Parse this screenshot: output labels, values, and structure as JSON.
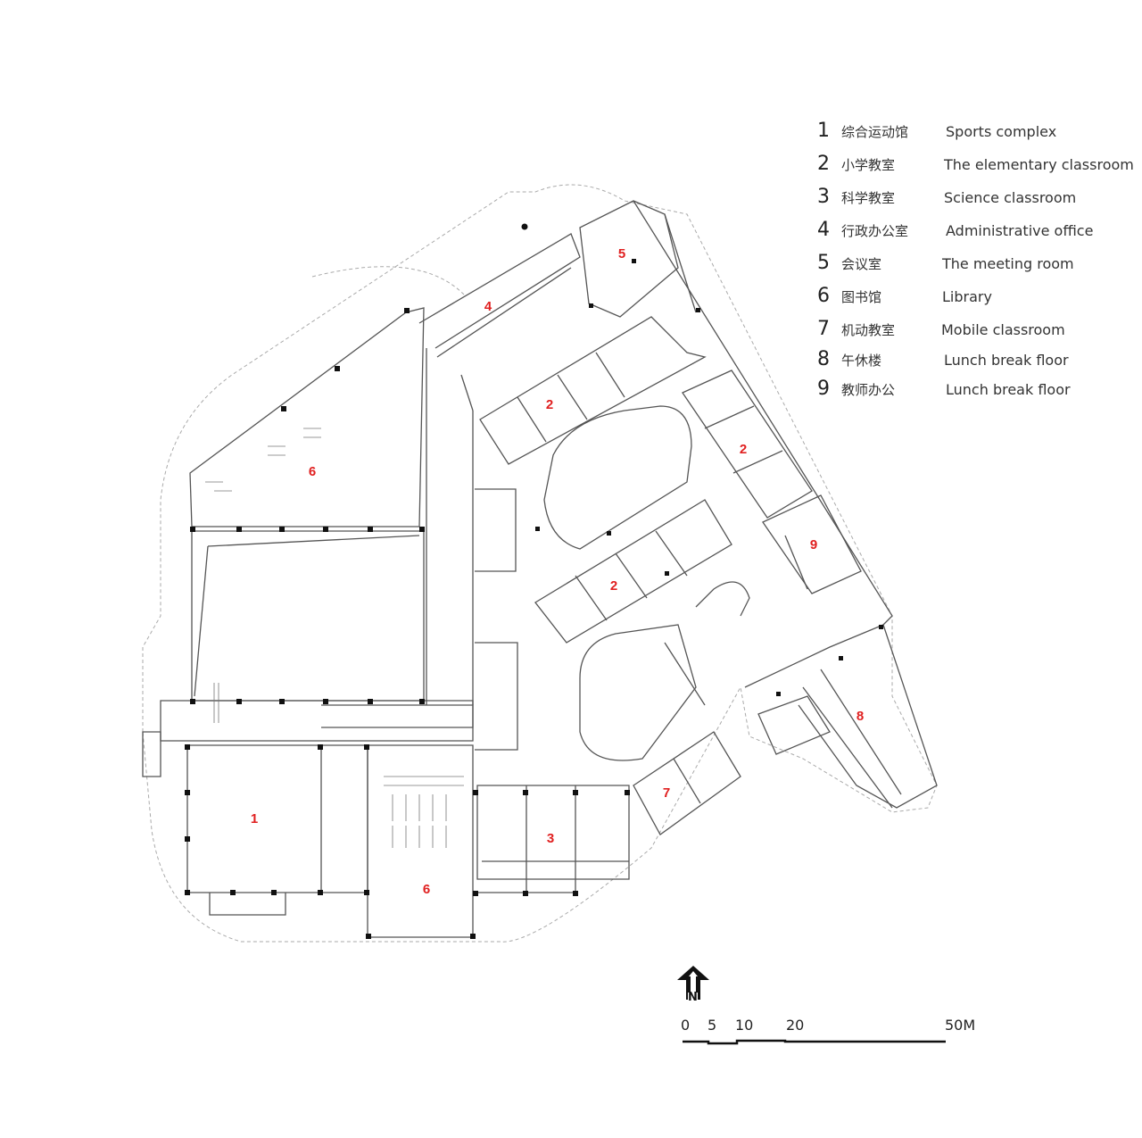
{
  "legend": {
    "items": [
      {
        "num": "1",
        "cn": "综合运动馆",
        "en": "Sports complex"
      },
      {
        "num": "2",
        "cn": "小学教室",
        "en": "The elementary classroom"
      },
      {
        "num": "3",
        "cn": "科学教室",
        "en": "Science classroom"
      },
      {
        "num": "4",
        "cn": "行政办公室",
        "en": "Administrative office"
      },
      {
        "num": "5",
        "cn": "会议室",
        "en": "The meeting room"
      },
      {
        "num": "6",
        "cn": "图书馆",
        "en": "Library"
      },
      {
        "num": "7",
        "cn": "机动教室",
        "en": "Mobile classroom"
      },
      {
        "num": "8",
        "cn": "午休楼",
        "en": "Lunch break floor"
      },
      {
        "num": "9",
        "cn": "教师办公",
        "en": "Lunch break floor"
      }
    ]
  },
  "room_labels": [
    {
      "text": "1",
      "room": "sports-complex"
    },
    {
      "text": "2",
      "room": "elementary-classroom-north"
    },
    {
      "text": "2",
      "room": "elementary-classroom-east"
    },
    {
      "text": "2",
      "room": "elementary-classroom-south"
    },
    {
      "text": "3",
      "room": "science-classroom"
    },
    {
      "text": "4",
      "room": "administrative-office"
    },
    {
      "text": "5",
      "room": "meeting-room"
    },
    {
      "text": "6",
      "room": "library-north"
    },
    {
      "text": "6",
      "room": "library-south"
    },
    {
      "text": "7",
      "room": "mobile-classroom"
    },
    {
      "text": "8",
      "room": "lunch-break-floor"
    },
    {
      "text": "9",
      "room": "teacher-office"
    }
  ],
  "scale_bar": {
    "ticks": [
      "0",
      "5",
      "10",
      "20",
      "50M"
    ]
  },
  "north_arrow": {
    "label": "N"
  },
  "colors": {
    "label_red": "#e02020",
    "line": "#555555",
    "column": "#111111",
    "boundary": "#999999"
  }
}
